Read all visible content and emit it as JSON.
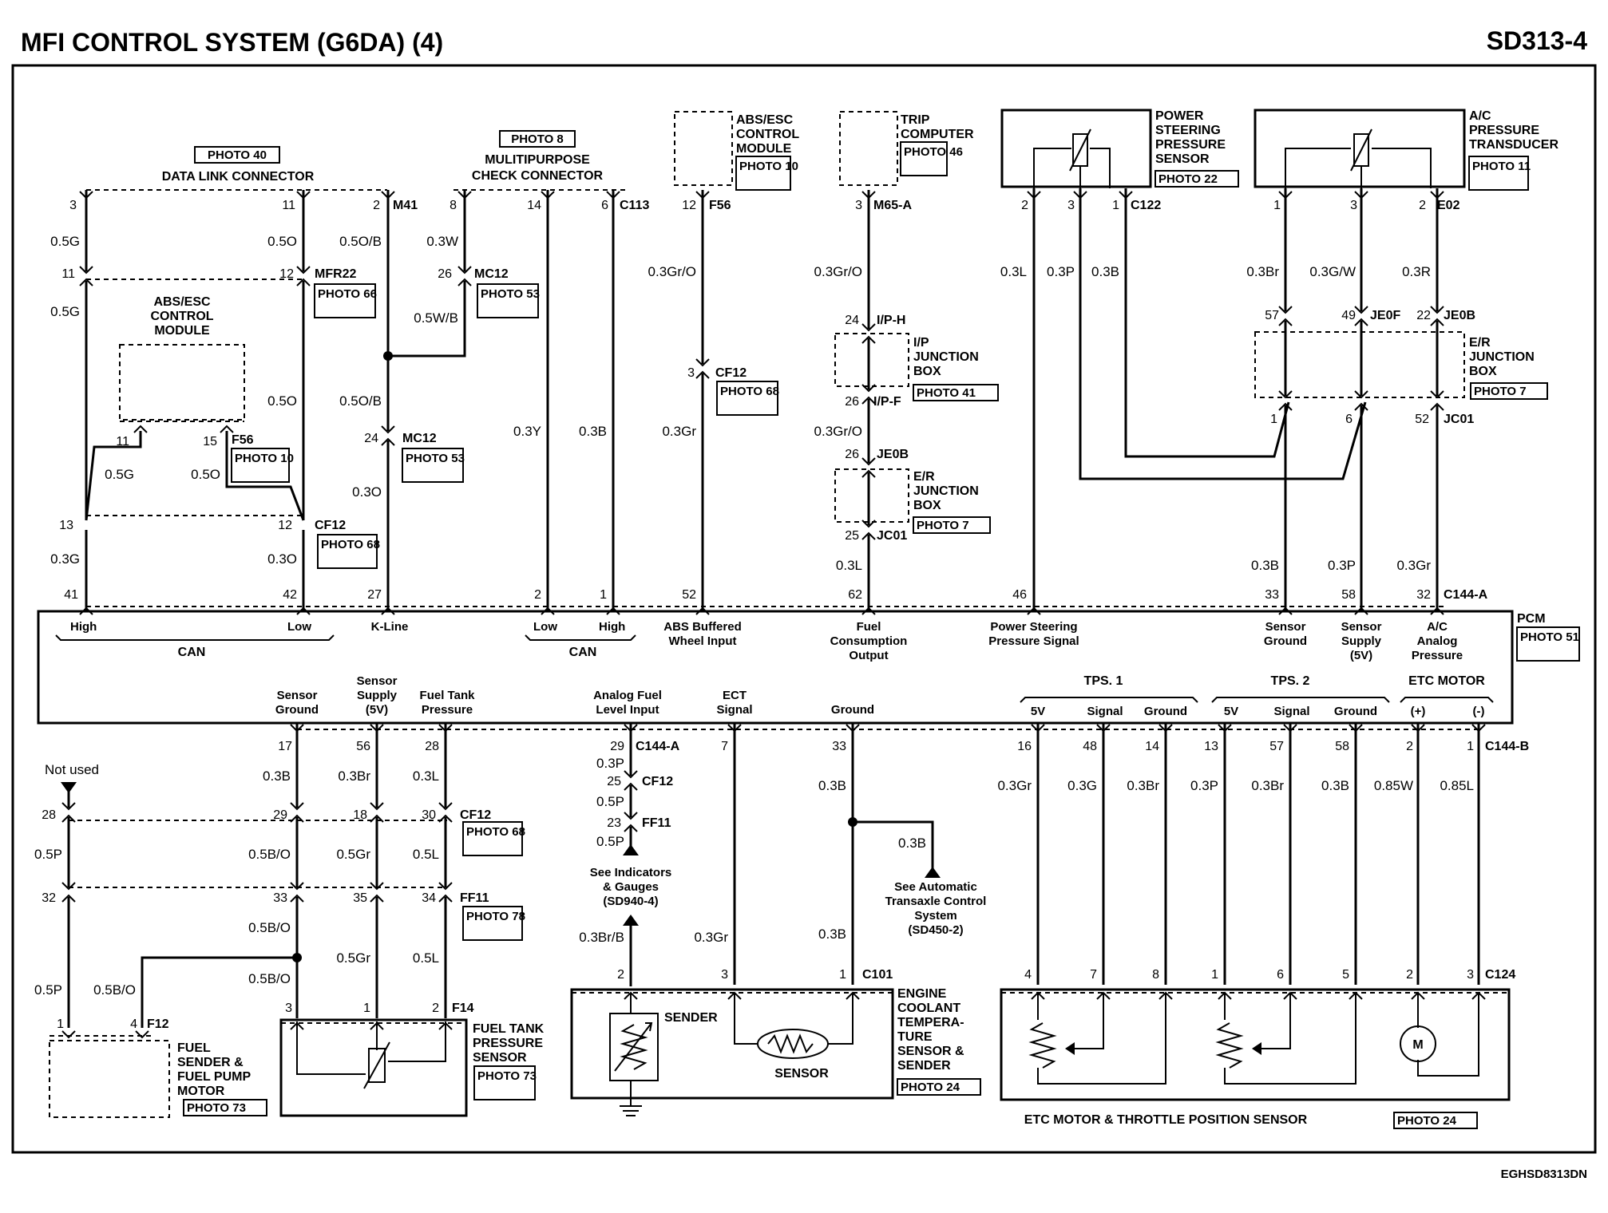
{
  "header": {
    "title": "MFI CONTROL SYSTEM (G6DA) (4)",
    "page_code": "SD313-4",
    "footer_code": "EGHSD8313DN"
  },
  "photo_tags": {
    "p40": "PHOTO 40",
    "p8": "PHOTO 8",
    "p10": "PHOTO 10",
    "p46": "PHOTO 46",
    "p22": "PHOTO 22",
    "p11": "PHOTO 11",
    "p66": "PHOTO 66",
    "p53": "PHOTO 53",
    "p68": "PHOTO 68",
    "p41": "PHOTO 41",
    "p7": "PHOTO 7",
    "p51": "PHOTO 51",
    "p78": "PHOTO 78",
    "p73": "PHOTO 73",
    "p24": "PHOTO 24"
  },
  "components": {
    "data_link": "DATA LINK CONNECTOR",
    "multipurpose_1": "MULITIPURPOSE",
    "multipurpose_2": "CHECK CONNECTOR",
    "abs_top_1": "ABS/ESC",
    "abs_top_2": "CONTROL",
    "abs_top_3": "MODULE",
    "abs_left_1": "ABS/ESC",
    "abs_left_2": "CONTROL",
    "abs_left_3": "MODULE",
    "trip_1": "TRIP",
    "trip_2": "COMPUTER",
    "ps_1": "POWER",
    "ps_2": "STEERING",
    "ps_3": "PRESSURE",
    "ps_4": "SENSOR",
    "ac_1": "A/C",
    "ac_2": "PRESSURE",
    "ac_3": "TRANSDUCER",
    "ip_jb_1": "I/P",
    "ip_jb_2": "JUNCTION",
    "ip_jb_3": "BOX",
    "er_jb_1": "E/R",
    "er_jb_2": "JUNCTION",
    "er_jb_3": "BOX",
    "er_jb2_1": "E/R",
    "er_jb2_2": "JUNCTION",
    "er_jb2_3": "BOX",
    "pcm": "PCM",
    "fuel_sender_1": "FUEL",
    "fuel_sender_2": "SENDER &",
    "fuel_sender_3": "FUEL PUMP",
    "fuel_sender_4": "MOTOR",
    "ftp_1": "FUEL TANK",
    "ftp_2": "PRESSURE",
    "ftp_3": "SENSOR",
    "ect_1": "ENGINE",
    "ect_2": "COOLANT",
    "ect_3": "TEMPERA-",
    "ect_4": "TURE",
    "ect_5": "SENSOR &",
    "ect_6": "SENDER",
    "sender": "SENDER",
    "sensor": "SENSOR",
    "etc": "ETC MOTOR & THROTTLE POSITION SENSOR",
    "not_used": "Not used",
    "see_ind_1": "See Indicators",
    "see_ind_2": "& Gauges",
    "see_ind_3": "(SD940-4)",
    "see_atc_1": "See Automatic",
    "see_atc_2": "Transaxle Control",
    "see_atc_3": "System",
    "see_atc_4": "(SD450-2)"
  },
  "pcm_labels": {
    "high": "High",
    "low": "Low",
    "can": "CAN",
    "kline": "K-Line",
    "low2": "Low",
    "high2": "High",
    "can2": "CAN",
    "abs_1": "ABS Buffered",
    "abs_2": "Wheel Input",
    "fuel_1": "Fuel",
    "fuel_2": "Consumption",
    "fuel_3": "Output",
    "ps_1": "Power Steering",
    "ps_2": "Pressure Signal",
    "sg_1": "Sensor",
    "sg_2": "Ground",
    "ss_1": "Sensor",
    "ss_2": "Supply",
    "ss_3": "(5V)",
    "ac_1": "A/C",
    "ac_2": "Analog",
    "ac_3": "Pressure",
    "bsg_1": "Sensor",
    "bsg_2": "Ground",
    "bss_1": "Sensor",
    "bss_2": "Supply",
    "bss_3": "(5V)",
    "ftp_1": "Fuel Tank",
    "ftp_2": "Pressure",
    "afl_1": "Analog Fuel",
    "afl_2": "Level Input",
    "ect_1": "ECT",
    "ect_2": "Signal",
    "gnd": "Ground",
    "tps1": "TPS. 1",
    "tps2": "TPS. 2",
    "etc_motor": "ETC MOTOR",
    "v5a": "5V",
    "sig_a": "Signal",
    "gnd_a": "Ground",
    "v5b": "5V",
    "sig_b": "Signal",
    "gnd_b": "Ground",
    "plus": "(+)",
    "minus": "(-)"
  },
  "connectors": {
    "m41": "M41",
    "c113": "C113",
    "f56_top": "F56",
    "m65a": "M65-A",
    "c122": "C122",
    "e02": "E02",
    "mfr22": "MFR22",
    "mc12_a": "MC12",
    "cf12_a": "CF12",
    "iph": "I/P-H",
    "ipf": "I/P-F",
    "je0b_a": "JE0B",
    "jc01_a": "JC01",
    "je0f": "JE0F",
    "je0b_b": "JE0B",
    "jc01_b": "JC01",
    "mc12_b": "MC12",
    "f56_left": "F56",
    "cf12_b": "CF12",
    "c144a_top": "C144-A",
    "c144a_bot": "C144-A",
    "c144b": "C144-B",
    "cf12_c": "CF12",
    "ff11_a": "FF11",
    "cf12_d": "CF12",
    "ff11_b": "FF11",
    "f14": "F14",
    "f12": "F12",
    "c101": "C101",
    "c124": "C124"
  },
  "wires": {
    "w1": "0.5G",
    "w2": "0.5G",
    "w3": "0.5O",
    "w4": "0.5O/B",
    "w5": "0.3W",
    "w6": "0.5W/B",
    "w7": "0.5O",
    "w8": "0.5O/B",
    "w9": "0.5G",
    "w10": "0.5O",
    "w11": "0.3O",
    "w12": "0.3G",
    "w13": "0.3O",
    "w14": "0.3Y",
    "w15": "0.3B",
    "w16": "0.3Gr/O",
    "w17": "0.3Gr",
    "w18": "0.3Gr/O",
    "w19": "0.3Gr/O",
    "w20": "0.3L",
    "w21": "0.3L",
    "w22": "0.3P",
    "w23": "0.3B",
    "w24": "0.3Br",
    "w25": "0.3G/W",
    "w26": "0.3R",
    "w27": "0.3B",
    "w28": "0.3P",
    "w29": "0.3Gr",
    "b1": "0.3B",
    "b2": "0.3Br",
    "b3": "0.3L",
    "b4": "0.5P",
    "b5": "0.5B/O",
    "b6": "0.5Gr",
    "b7": "0.5L",
    "b8": "0.5B/O",
    "b9": "0.5B/O",
    "b10": "0.5Gr",
    "b11": "0.5L",
    "b12": "0.5P",
    "b13": "0.5B/O",
    "b14": "0.3P",
    "b15": "0.5P",
    "b16": "0.5P",
    "b17": "0.3Br/B",
    "b18": "0.3Gr",
    "b19": "0.3B",
    "b20": "0.3B",
    "b21": "0.3B",
    "b22": "0.3Gr",
    "b23": "0.3G",
    "b24": "0.3Br",
    "b25": "0.3P",
    "b26": "0.3Br",
    "b27": "0.3B",
    "b28": "0.85W",
    "b29": "0.85L"
  },
  "pins": {
    "t3": "3",
    "t11": "11",
    "t2": "2",
    "t8": "8",
    "t14": "14",
    "t6": "6",
    "t12": "12",
    "t3b": "3",
    "t2c": "2",
    "t3c": "3",
    "t1c": "1",
    "t1d": "1",
    "t3d": "3",
    "t2d": "2",
    "m11": "11",
    "m12": "12",
    "m26": "26",
    "m24": "24",
    "m26b": "26",
    "m3": "3",
    "m26c": "26",
    "m25": "25",
    "m57": "57",
    "m49": "49",
    "m22": "22",
    "m1": "1",
    "m6": "6",
    "m52": "52",
    "m24b": "24",
    "m11b": "11",
    "m15": "15",
    "m13": "13",
    "m12b": "12",
    "p41": "41",
    "p42": "42",
    "p27": "27",
    "p2": "2",
    "p1": "1",
    "p52": "52",
    "p62": "62",
    "p46": "46",
    "p33": "33",
    "p58": "58",
    "p32": "32",
    "q17": "17",
    "q56": "56",
    "q28": "28",
    "q29": "29",
    "q7": "7",
    "q33": "33",
    "q16": "16",
    "q48": "48",
    "q14": "14",
    "q13": "13",
    "q57": "57",
    "q58": "58",
    "q2": "2",
    "q1": "1",
    "r28": "28",
    "r29": "29",
    "r18": "18",
    "r30": "30",
    "r25": "25",
    "r23": "23",
    "r32": "32",
    "r33": "33",
    "r35": "35",
    "r34": "34",
    "s3": "3",
    "s1": "1",
    "s2": "2",
    "s1b": "1",
    "s4": "4",
    "s2c": "2",
    "s3c": "3",
    "s1c": "1",
    "s4d": "4",
    "s7": "7",
    "s8": "8",
    "s1d": "1",
    "s6": "6",
    "s5": "5",
    "s2d": "2",
    "s3d": "3"
  }
}
